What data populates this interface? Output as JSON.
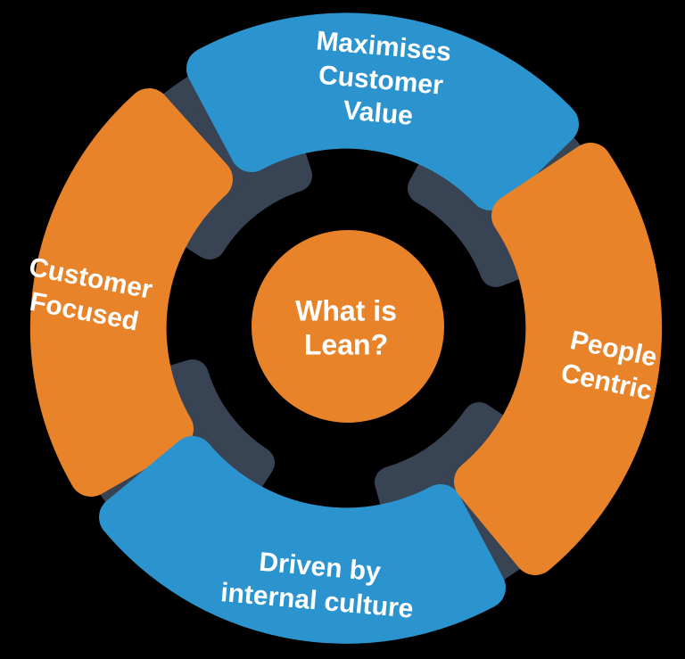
{
  "colors": {
    "blue": "#2B94CF",
    "orange": "#E8832A",
    "navy": "#384354",
    "label_text": "#FFFFFF",
    "background": "#000000"
  },
  "diagram": {
    "title": "What is Lean?",
    "center_label": {
      "line1": "What is",
      "line2": "Lean?"
    },
    "segments": [
      {
        "position": "top",
        "color_name": "blue",
        "label": "Maximises Customer Value",
        "lines": [
          "Maximises",
          "Customer",
          "Value"
        ]
      },
      {
        "position": "right",
        "color_name": "orange",
        "label": "People Centric",
        "lines": [
          "People",
          "Centric"
        ]
      },
      {
        "position": "bottom",
        "color_name": "blue",
        "label": "Driven by internal culture",
        "lines": [
          "Driven by",
          "internal culture"
        ]
      },
      {
        "position": "left",
        "color_name": "orange",
        "label": "Customer Focused",
        "lines": [
          "Customer",
          "Focused"
        ]
      }
    ]
  }
}
